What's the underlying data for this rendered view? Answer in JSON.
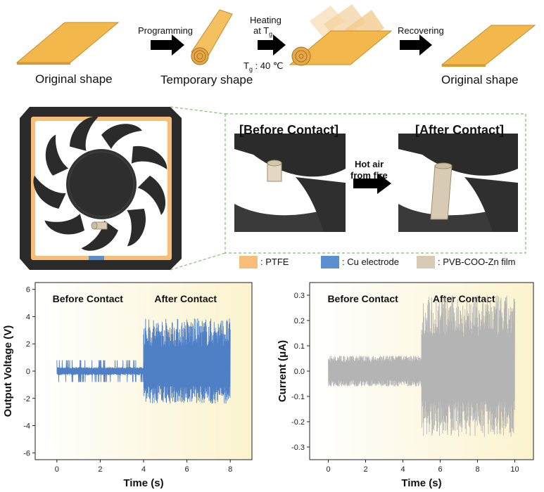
{
  "top": {
    "original_left": "Original shape",
    "programming": "Programming",
    "temporary": "Temporary shape",
    "heating_line1": "Heating",
    "heating_line2": "at T",
    "heating_sub": "g",
    "tg_prefix": "T",
    "tg_sub": "g",
    "tg_value": " : 40 ℃",
    "recovering": "Recovering",
    "original_right": "Original shape"
  },
  "middle": {
    "before_title": "[Before Contact]",
    "after_title": "[After Contact]",
    "hot_air_1": "Hot air",
    "hot_air_2": "from fire"
  },
  "legend": [
    {
      "label": ": PTFE",
      "color": "#f7be7a"
    },
    {
      "label": ": Cu electrode",
      "color": "#5b8fd0"
    },
    {
      "label": ": PVB-COO-Zn film",
      "color": "#d8cbb4"
    }
  ],
  "colors": {
    "film": "#f2b84b",
    "fan": "#2b2b2b",
    "voltage_signal": "#4f7fc4",
    "current_signal": "#b4b4b4",
    "after_bg": "#fbf3cd",
    "dashed_box": "#7cc36a"
  },
  "chart_data": [
    {
      "type": "line",
      "title": "",
      "xlabel": "Time (s)",
      "ylabel": "Output Voltage (V)",
      "xlim": [
        -1,
        9
      ],
      "ylim": [
        -6.5,
        6.5
      ],
      "xticks": [
        0,
        2,
        4,
        6,
        8
      ],
      "yticks": [
        -6,
        -4,
        -2,
        0,
        2,
        4,
        6
      ],
      "annotations": [
        "Before Contact",
        "After Contact"
      ],
      "grid": false,
      "series": [
        {
          "segments": [
            {
              "x_range": [
                0,
                4
              ],
              "amplitude_envelope": [
                0.3,
                0.8
              ]
            },
            {
              "x_range": [
                4,
                8
              ],
              "amplitude_envelope": [
                -2.4,
                3.9
              ]
            }
          ]
        }
      ]
    },
    {
      "type": "line",
      "title": "",
      "xlabel": "Time (s)",
      "ylabel": "Current (μA)",
      "xlim": [
        -1,
        11
      ],
      "ylim": [
        -0.35,
        0.35
      ],
      "xticks": [
        0,
        2,
        4,
        6,
        8,
        10
      ],
      "yticks": [
        -0.3,
        -0.2,
        -0.1,
        0.0,
        0.1,
        0.2,
        0.3
      ],
      "annotations": [
        "Before Contact",
        "After Contact"
      ],
      "grid": false,
      "series": [
        {
          "segments": [
            {
              "x_range": [
                0,
                5
              ],
              "amplitude_envelope": [
                -0.06,
                0.06
              ]
            },
            {
              "x_range": [
                5,
                10
              ],
              "amplitude_envelope": [
                -0.26,
                0.3
              ]
            }
          ]
        }
      ]
    }
  ]
}
